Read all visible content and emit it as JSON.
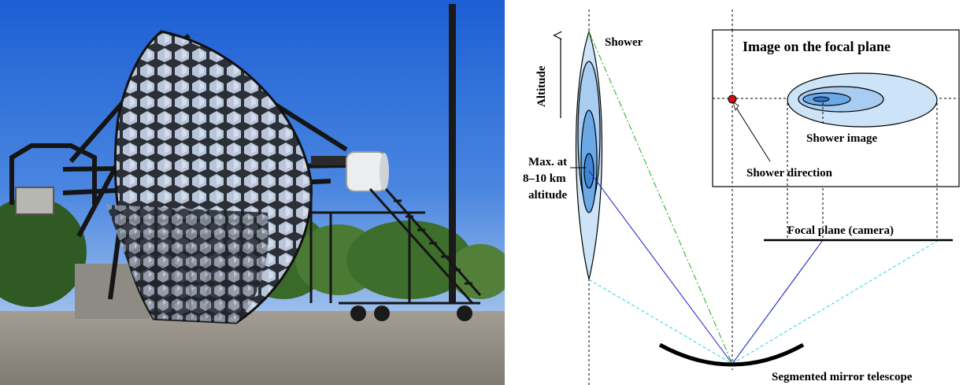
{
  "diagram": {
    "shower_label": "Shower",
    "altitude_label": "Altitude",
    "max_label_line1": "Max. at",
    "max_label_line2": "8–10 km",
    "max_label_line3": "altitude",
    "inset_title": "Image on the focal plane",
    "shower_image_label": "Shower image",
    "shower_direction_label": "Shower direction",
    "focal_plane_label": "Focal  plane (camera)",
    "telescope_label": "Segmented mirror telescope"
  },
  "colors": {
    "sky_top": "#1f63d6",
    "sky_bottom": "#8fb7ec",
    "shower_outer": "#cde3f7",
    "shower_mid": "#a8cdf0",
    "shower_inner": "#6aa9e6",
    "ray_green": "#22aa22",
    "ray_cyan": "#22d4e6",
    "ray_blue": "#1a1acc",
    "direction_marker": "#cc1111"
  }
}
